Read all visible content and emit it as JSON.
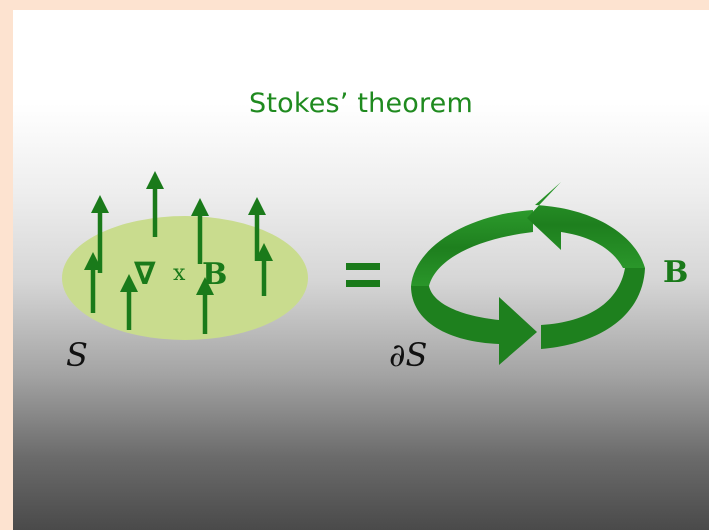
{
  "title": "Stokes’ theorem",
  "surface": {
    "nabla": "∇",
    "cross": "x",
    "field": "B",
    "label": "S"
  },
  "equals": "=",
  "boundary": {
    "label": "∂S",
    "field": "B"
  },
  "colors": {
    "title_green": "#1f8a1f",
    "arrow_green": "#1a7a1a",
    "ellipse_fill": "#c9dc8e",
    "loop_green": "#228b22",
    "loop_dark": "#176b17",
    "slide_border": "#fde3d0"
  }
}
